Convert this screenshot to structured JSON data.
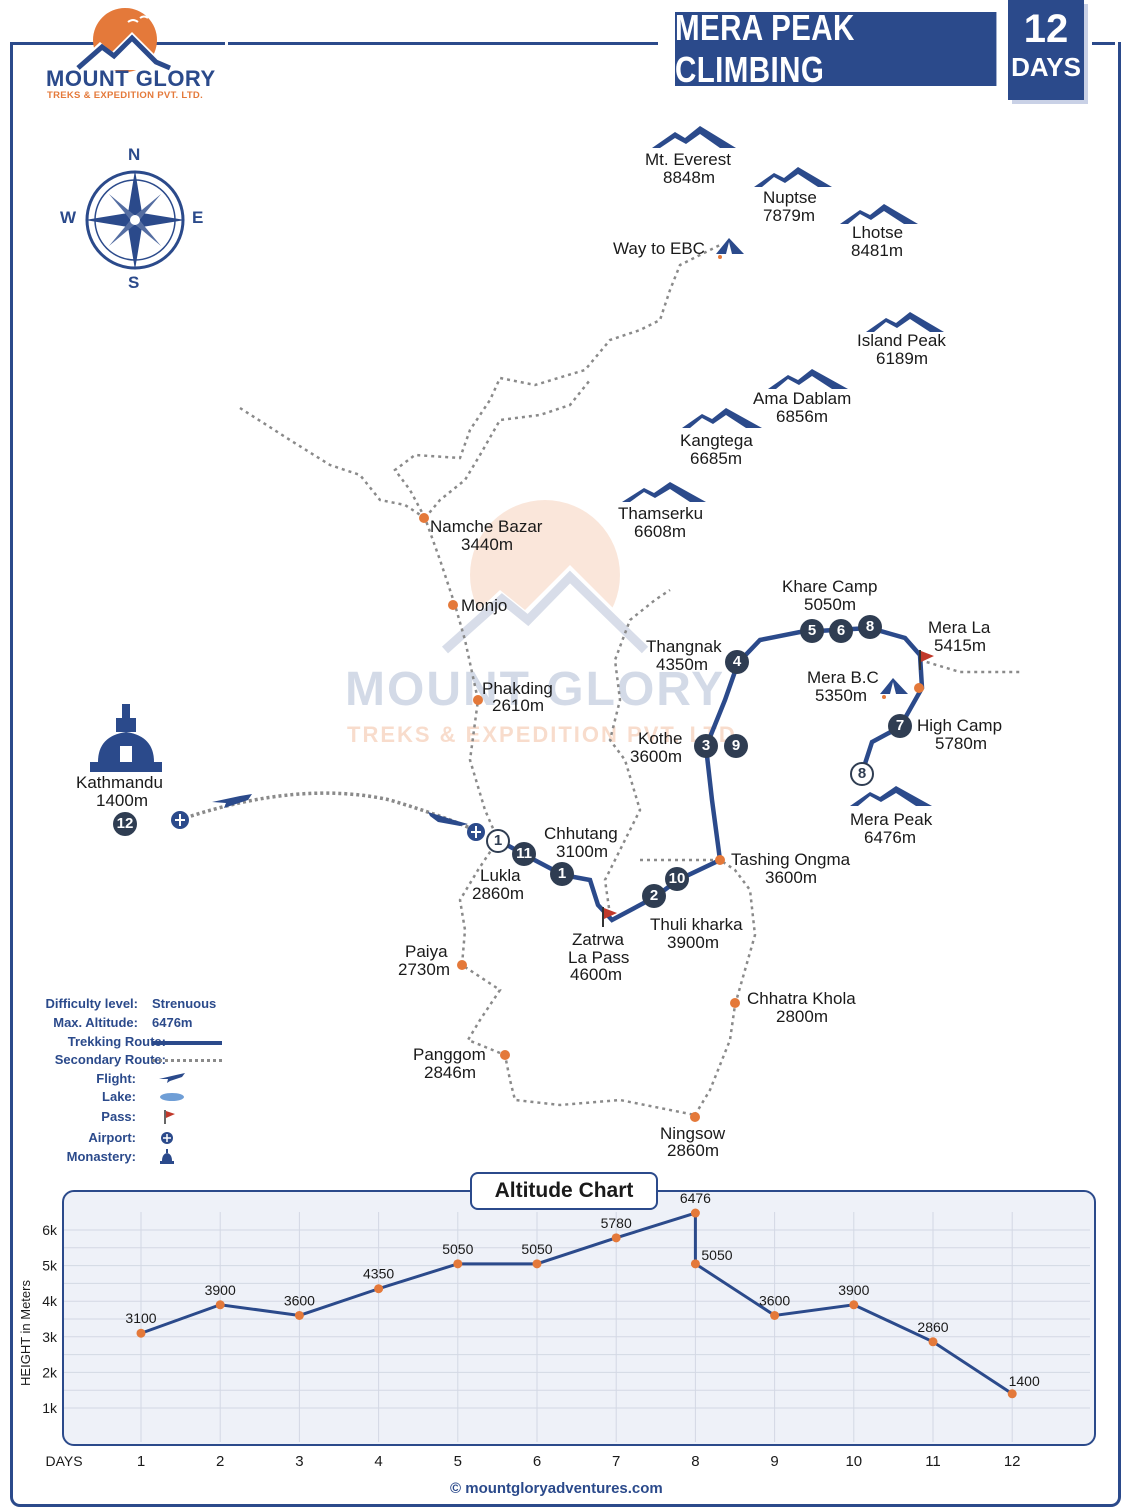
{
  "brand": {
    "name": "MOUNT GLORY",
    "sub": "TREKS & EXPEDITION PVT. LTD.",
    "watermark_name": "MOUNT GLORY",
    "watermark_sub": "TREKS & EXPEDITION PVT. LTD."
  },
  "header": {
    "title": "MERA PEAK CLIMBING",
    "days_num": "12",
    "days_label": "DAYS"
  },
  "compass": {
    "n": "N",
    "s": "S",
    "e": "E",
    "w": "W"
  },
  "colors": {
    "primary": "#2b4a8b",
    "accent": "#e4793a",
    "route": "#2b4a8b",
    "marker": "#2f3d52"
  },
  "peaks": [
    {
      "name": "Mt. Everest",
      "alt": "8848m"
    },
    {
      "name": "Nuptse",
      "alt": "7879m"
    },
    {
      "name": "Lhotse",
      "alt": "8481m"
    },
    {
      "name": "Island Peak",
      "alt": "6189m"
    },
    {
      "name": "Ama Dablam",
      "alt": "6856m"
    },
    {
      "name": "Kangtega",
      "alt": "6685m"
    },
    {
      "name": "Thamserku",
      "alt": "6608m"
    },
    {
      "name": "Mera Peak",
      "alt": "6476m"
    }
  ],
  "places": {
    "ebc": "Way to EBC",
    "namche": {
      "name": "Namche Bazar",
      "alt": "3440m"
    },
    "monjo": "Monjo",
    "phakding": {
      "name": "Phakding",
      "alt": "2610m"
    },
    "kathmandu": {
      "name": "Kathmandu",
      "alt": "1400m"
    },
    "chhutang": {
      "name": "Chhutang",
      "alt": "3100m"
    },
    "lukla": {
      "name": "Lukla",
      "alt": "2860m"
    },
    "zatrwa": {
      "name1": "Zatrwa",
      "name2": "La Pass",
      "alt": "4600m"
    },
    "thuli": {
      "name": "Thuli kharka",
      "alt": "3900m"
    },
    "tashing": {
      "name": "Tashing Ongma",
      "alt": "3600m"
    },
    "kothe": {
      "name": "Kothe",
      "alt": "3600m"
    },
    "thangnak": {
      "name": "Thangnak",
      "alt": "4350m"
    },
    "khare": {
      "name": "Khare Camp",
      "alt": "5050m"
    },
    "merala": {
      "name": "Mera La",
      "alt": "5415m"
    },
    "merabc": {
      "name": "Mera B.C",
      "alt": "5350m"
    },
    "highcamp": {
      "name": "High Camp",
      "alt": "5780m"
    },
    "paiya": {
      "name": "Paiya",
      "alt": "2730m"
    },
    "panggom": {
      "name": "Panggom",
      "alt": "2846m"
    },
    "ningsow": {
      "name": "Ningsow",
      "alt": "2860m"
    },
    "chhatra": {
      "name": "Chhatra Khola",
      "alt": "2800m"
    }
  },
  "stops": [
    "1",
    "1",
    "2",
    "3",
    "4",
    "5",
    "6",
    "7",
    "8",
    "8",
    "9",
    "10",
    "11",
    "12"
  ],
  "legend": {
    "difficulty_k": "Difficulty level:",
    "difficulty_v": "Strenuous",
    "maxalt_k": "Max. Altitude:",
    "maxalt_v": "6476m",
    "trek_k": "Trekking Route:",
    "secondary_k": "Secondary Route:",
    "flight_k": "Flight:",
    "lake_k": "Lake:",
    "pass_k": "Pass:",
    "airport_k": "Airport:",
    "monastery_k": "Monastery:"
  },
  "chart_title": "Altitude Chart",
  "chart_data": {
    "type": "line",
    "title": "Altitude Chart",
    "xlabel": "DAYS",
    "ylabel": "HEIGHT in Meters",
    "x_ticks": [
      "1",
      "2",
      "3",
      "4",
      "5",
      "6",
      "7",
      "8",
      "9",
      "10",
      "11",
      "12"
    ],
    "y_ticks": [
      "1k",
      "2k",
      "3k",
      "4k",
      "5k",
      "6k"
    ],
    "ylim": [
      0,
      7000
    ],
    "grid": true,
    "points": [
      {
        "x": 1,
        "y": 3100
      },
      {
        "x": 2,
        "y": 3900
      },
      {
        "x": 3,
        "y": 3600
      },
      {
        "x": 4,
        "y": 4350
      },
      {
        "x": 5,
        "y": 5050
      },
      {
        "x": 6,
        "y": 5050
      },
      {
        "x": 7,
        "y": 5780
      },
      {
        "x": 8,
        "y": 6476
      },
      {
        "x": 8,
        "y": 5050
      },
      {
        "x": 9,
        "y": 3600
      },
      {
        "x": 10,
        "y": 3900
      },
      {
        "x": 11,
        "y": 2860
      },
      {
        "x": 12,
        "y": 1400
      }
    ]
  },
  "footer": "mountgloryadventures.com",
  "footer_symbol": "©"
}
